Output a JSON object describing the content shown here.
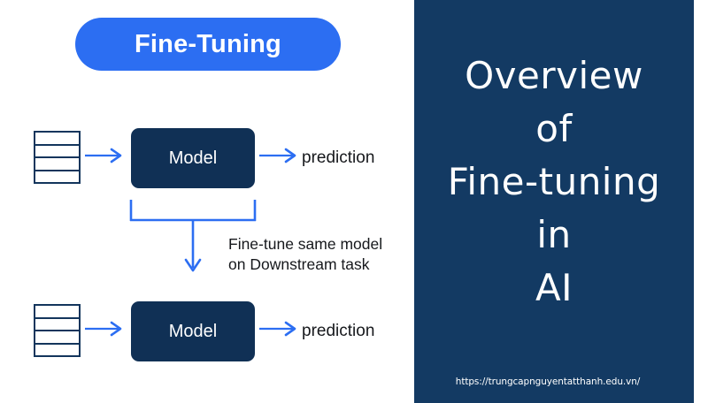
{
  "colors": {
    "accent_blue": "#2C6EF2",
    "navy_dark": "#103055",
    "panel_navy": "#133A63",
    "icon_stroke": "#13355C",
    "text_dark": "#16181c",
    "white": "#ffffff"
  },
  "left": {
    "title_pill": {
      "label": "Fine-Tuning"
    },
    "flow_top": {
      "dataset_icon": "data-table-icon",
      "arrow_in": "arrow-right-icon",
      "model_label": "Model",
      "arrow_out": "arrow-right-icon",
      "output_label": "prediction"
    },
    "feedback": {
      "bracket_icon": "bracket-down-arrow-icon",
      "caption_line1": "Fine-tune same model",
      "caption_line2": "on Downstream task"
    },
    "flow_bottom": {
      "dataset_icon": "data-table-icon",
      "arrow_in": "arrow-right-icon",
      "model_label": "Model",
      "arrow_out": "arrow-right-icon",
      "output_label": "prediction"
    }
  },
  "right_panel": {
    "heading_lines": [
      "Overview",
      "of",
      "Fine-tuning",
      "in",
      "AI"
    ],
    "url": "https://trungcapnguyentatthanh.edu.vn/"
  }
}
